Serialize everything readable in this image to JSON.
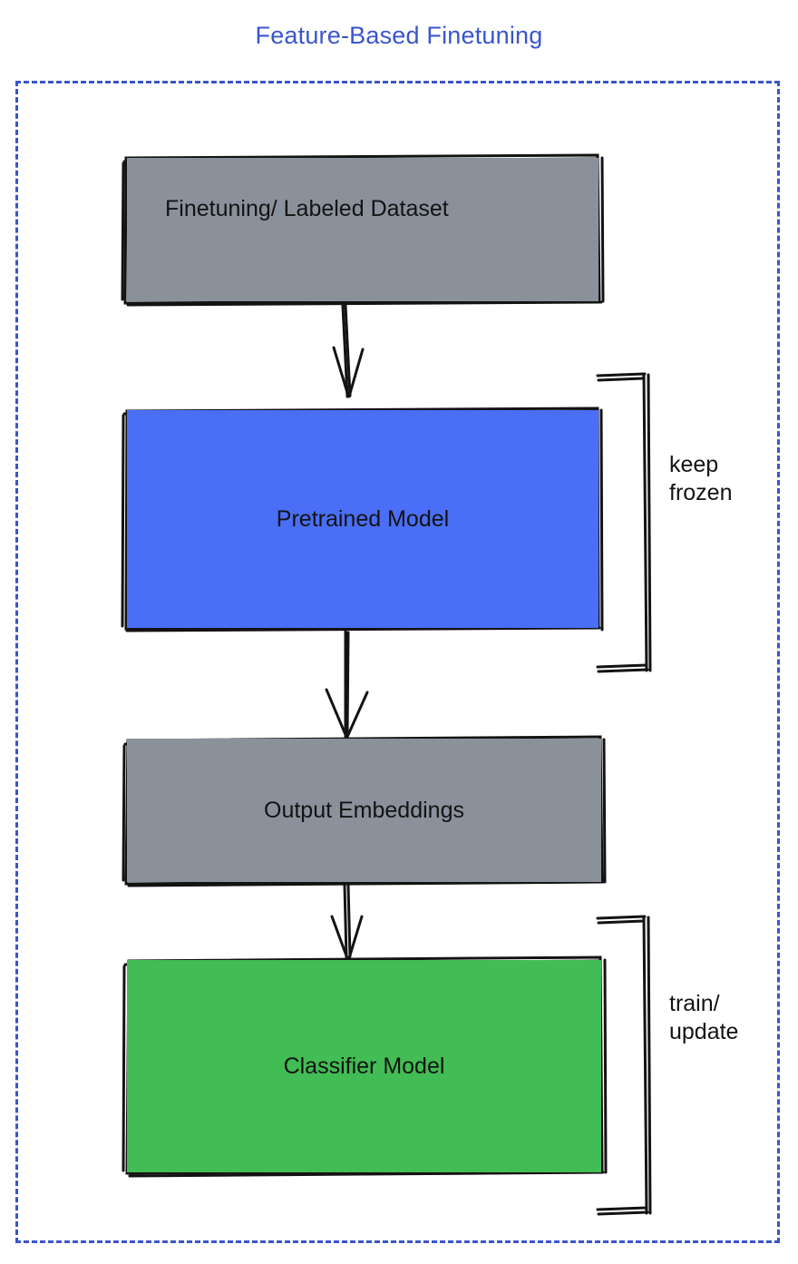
{
  "diagram": {
    "title": "Feature-Based Finetuning",
    "title_color": "#3b55cc",
    "frame_style": "dashed",
    "frame_color": "#3b55cc",
    "background": "#ffffff",
    "nodes": [
      {
        "id": "dataset",
        "label": "Finetuning/ Labeled Dataset",
        "fill": "#8a919b",
        "stroke": "#131313",
        "text_color": "#131313"
      },
      {
        "id": "pretrained",
        "label": "Pretrained Model",
        "fill": "#4a6ef5",
        "stroke": "#131313",
        "text_color": "#131313"
      },
      {
        "id": "embeddings",
        "label": "Output Embeddings",
        "fill": "#8a919b",
        "stroke": "#131313",
        "text_color": "#131313"
      },
      {
        "id": "classifier",
        "label": "Classifier Model",
        "fill": "#42bc54",
        "stroke": "#131313",
        "text_color": "#131313"
      }
    ],
    "connectors": [
      {
        "id": "arrow-dataset-to-pretrained",
        "from": "dataset",
        "to": "pretrained",
        "style": "arrow-down"
      },
      {
        "id": "arrow-pretrained-to-embeddings",
        "from": "pretrained",
        "to": "embeddings",
        "style": "arrow-down"
      },
      {
        "id": "arrow-embeddings-to-classifier",
        "from": "embeddings",
        "to": "classifier",
        "style": "arrow-down"
      }
    ],
    "annotations": [
      {
        "id": "keep-frozen",
        "text": "keep\nfrozen",
        "bracket_for": "pretrained"
      },
      {
        "id": "train-update",
        "text": "train/\nupdate",
        "bracket_for": "classifier"
      }
    ]
  }
}
